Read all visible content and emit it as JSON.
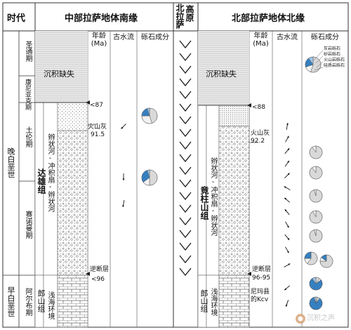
{
  "header": {
    "era": "时代",
    "south": "中部拉萨地体南缘",
    "mid": "北拉萨",
    "mid2": "高原",
    "north": "北部拉萨地体北缘"
  },
  "columns": {
    "age": "年龄",
    "age_unit": "(Ma)",
    "paleocurrent": "古水流",
    "clast": "砾石成分"
  },
  "eras": {
    "late_cretaceous": "晚白垩世",
    "early_cretaceous": "早白垩世"
  },
  "stages": {
    "maastrichtian": "圣通期",
    "campanian": "康尼亚克期",
    "turonian": "土伦期",
    "cenomanian": "赛诺曼期",
    "albian": "阿尔布期"
  },
  "missing": "沉积缺失",
  "south": {
    "age_top": "<87",
    "volcanic": "火山灰",
    "volcanic_age": "91.5",
    "fault": "逆断层",
    "age_bottom": "<96",
    "formation_daxiong": "达雄组",
    "formation_langshan": "郎山组",
    "facies_fan": "辫状河-冲积扇-辫状河",
    "facies_marine": "浅海环境"
  },
  "north": {
    "age_top": "<88",
    "volcanic": "火山灰",
    "volcanic_age": "92.2",
    "fault": "逆断层",
    "fault_age": "96-95",
    "formation_jingzhushan": "竟柱山组",
    "formation_langshan": "郎山组",
    "facies_fan": "辫状河-冲积扇-辫状河",
    "facies_marine": "浅海环境",
    "nima": "尼玛县",
    "nima2": "的Kcv"
  },
  "legend": {
    "items": [
      "灰岩砾石",
      "砂岩砾石",
      "火山岩砾石",
      "硅质岩砾石"
    ],
    "colors": [
      "#d9d9d9",
      "#f2f2f2",
      "#3a86c8",
      "#9fc5e8"
    ]
  },
  "pie_data": {
    "south": [
      {
        "values": [
          0.45,
          0.3,
          0.2,
          0.05
        ]
      },
      {
        "values": [
          0.5,
          0.15,
          0.3,
          0.05
        ]
      }
    ],
    "north": [
      {
        "values": [
          0.9,
          0.1,
          0,
          0
        ]
      },
      {
        "values": [
          0.9,
          0.1,
          0,
          0
        ]
      },
      {
        "values": [
          0.95,
          0.05,
          0,
          0
        ]
      },
      {
        "values": [
          0.92,
          0.08,
          0,
          0
        ]
      },
      {
        "values": [
          0.95,
          0.05,
          0,
          0
        ]
      },
      {
        "values": [
          0.6,
          0.15,
          0.25,
          0
        ]
      },
      {
        "values": [
          0.75,
          0.1,
          0.15,
          0
        ]
      },
      {
        "values": [
          0.1,
          0.05,
          0.75,
          0.1
        ]
      },
      {
        "values": [
          0.05,
          0.05,
          0.85,
          0.05
        ]
      }
    ]
  },
  "paleocurrent_arrows": {
    "south": [
      {
        "angle": 225
      },
      {
        "angle": 180
      },
      {
        "angle": 190
      }
    ],
    "north": [
      {
        "angle": 10
      },
      {
        "angle": 30
      },
      {
        "angle": 40
      },
      {
        "angle": 35
      },
      {
        "angle": 45
      },
      {
        "angle": 300
      },
      {
        "angle": 310
      },
      {
        "angle": 320
      },
      {
        "angle": 150
      },
      {
        "angle": 140
      },
      {
        "angle": 150
      },
      {
        "angle": 60
      },
      {
        "angle": 230
      },
      {
        "angle": 200
      }
    ]
  },
  "watermark": "沉积之声"
}
